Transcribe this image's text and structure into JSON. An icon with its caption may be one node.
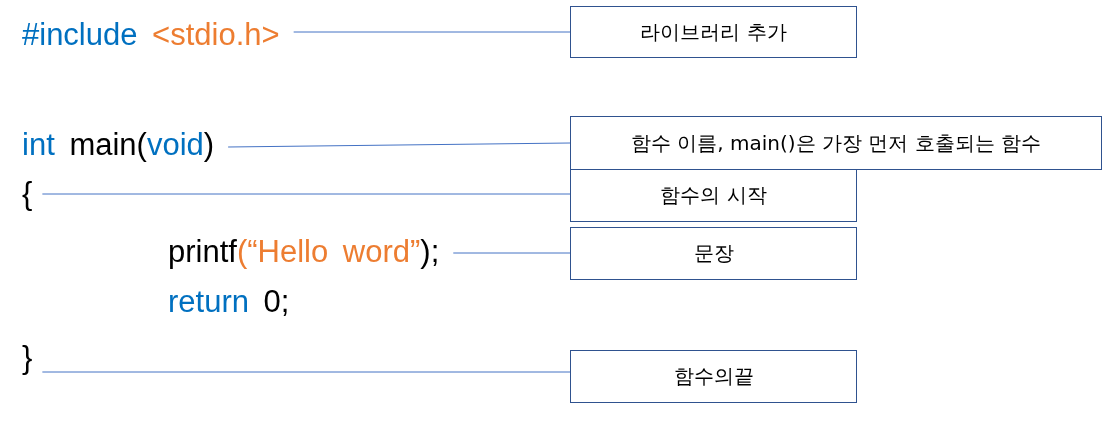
{
  "diagram": {
    "nodes": [
      {
        "text": [
          "#include <stdio.h>"
        ]
      },
      {
        "text": [
          "라이브러리 추가"
        ]
      },
      {
        "text": [
          "int main(void)"
        ]
      },
      {
        "text": [
          "함수 이름, main()은 가장 먼저 호출되는 함수"
        ]
      },
      {
        "text": [
          "{"
        ]
      },
      {
        "text": [
          "함수의 시작"
        ]
      },
      {
        "text": [
          "printf(“Hello word”);"
        ]
      },
      {
        "text": [
          "문장"
        ]
      },
      {
        "text": [
          "}"
        ]
      },
      {
        "text": [
          "함수의끝"
        ]
      }
    ],
    "edges": [
      {
        "from": 0,
        "to": 1,
        "arrow": "none"
      },
      {
        "from": 2,
        "to": 3,
        "arrow": "none"
      },
      {
        "from": 4,
        "to": 5,
        "arrow": "none"
      },
      {
        "from": 6,
        "to": 7,
        "arrow": "none"
      },
      {
        "from": 8,
        "to": 9,
        "arrow": "none"
      }
    ],
    "labels": [
      "return 0;"
    ]
  }
}
